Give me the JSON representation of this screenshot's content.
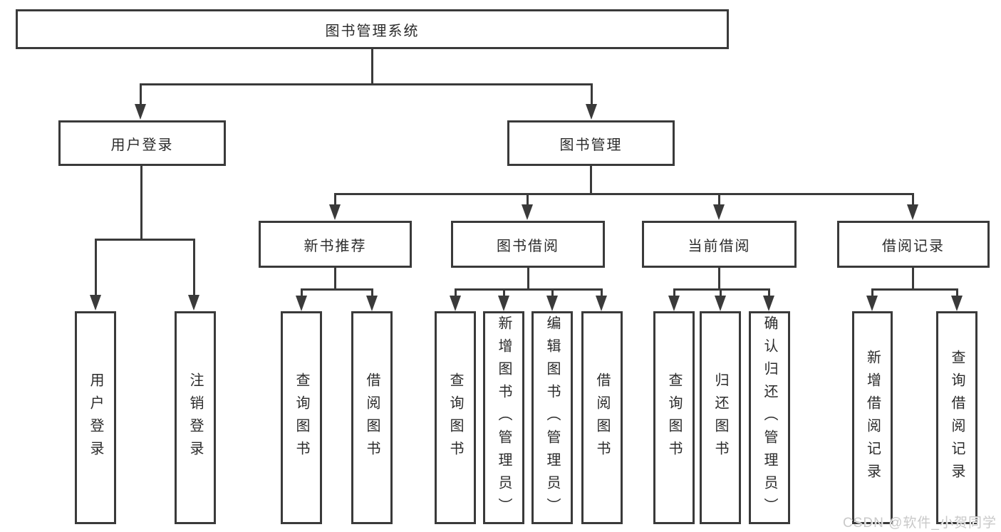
{
  "colors": {
    "line": "#3a3a3a",
    "text": "#2b2b2b",
    "watermark": "#c9c9c9",
    "background": "#ffffff"
  },
  "watermark": "CSDN @软件_小贺同学",
  "tree": {
    "root": "图书管理系统",
    "children": [
      {
        "label": "用户登录",
        "children": [
          {
            "label": "用户登录"
          },
          {
            "label": "注销登录"
          }
        ]
      },
      {
        "label": "图书管理",
        "children": [
          {
            "label": "新书推荐",
            "children": [
              {
                "label": "查询图书"
              },
              {
                "label": "借阅图书"
              }
            ]
          },
          {
            "label": "图书借阅",
            "children": [
              {
                "label": "查询图书"
              },
              {
                "label": "新增图书（管理员）"
              },
              {
                "label": "编辑图书（管理员）"
              },
              {
                "label": "借阅图书"
              }
            ]
          },
          {
            "label": "当前借阅",
            "children": [
              {
                "label": "查询图书"
              },
              {
                "label": "归还图书"
              },
              {
                "label": "确认归还（管理员）"
              }
            ]
          },
          {
            "label": "借阅记录",
            "children": [
              {
                "label": "新增借阅记录"
              },
              {
                "label": "查询借阅记录"
              }
            ]
          }
        ]
      }
    ]
  }
}
